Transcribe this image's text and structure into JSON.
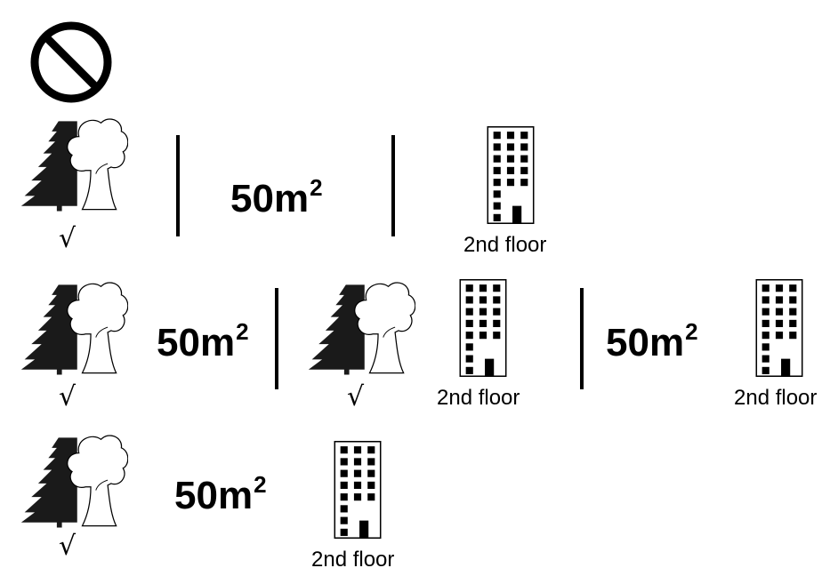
{
  "symbols": {
    "prohibited_icon": "prohibition-sign",
    "tree_icon": "trees-conifer-deciduous",
    "building_icon": "apartment-building",
    "check_mark": "√"
  },
  "row1": {
    "area_value": "50m",
    "area_exponent": "2",
    "building_caption": "2nd floor"
  },
  "row2": {
    "area_left_value": "50m",
    "area_left_exponent": "2",
    "area_right_value": "50m",
    "area_right_exponent": "2",
    "building_left_caption": "2nd floor",
    "building_right_caption": "2nd floor"
  },
  "row3": {
    "area_value": "50m",
    "area_exponent": "2",
    "building_caption": "2nd floor"
  }
}
